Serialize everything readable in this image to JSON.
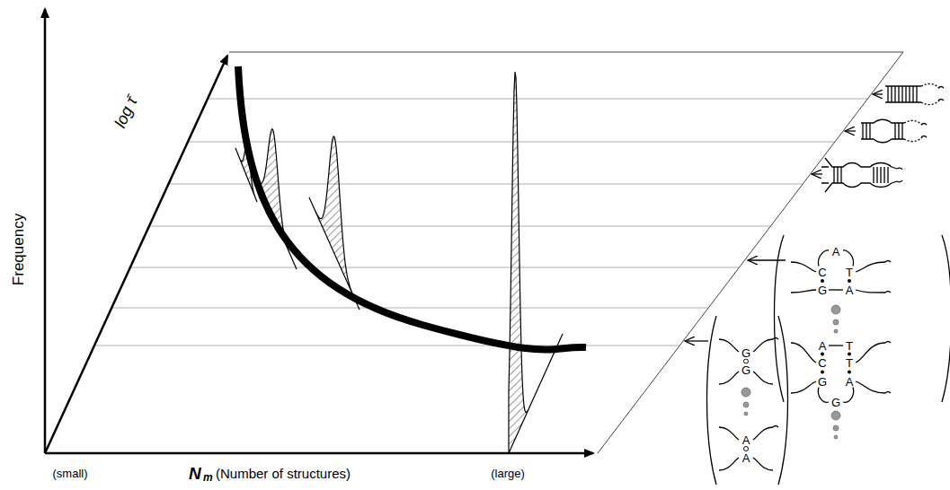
{
  "diagram": {
    "labels": [
      "Frequency",
      "log τ̄",
      "N",
      "m",
      "(Number of structures)",
      "(small)",
      "(large)",
      "A",
      "C",
      "T",
      "G",
      "A",
      "A",
      "T",
      "C",
      "T",
      "G",
      "A",
      "G",
      "G",
      "G",
      "A",
      "A"
    ]
  }
}
